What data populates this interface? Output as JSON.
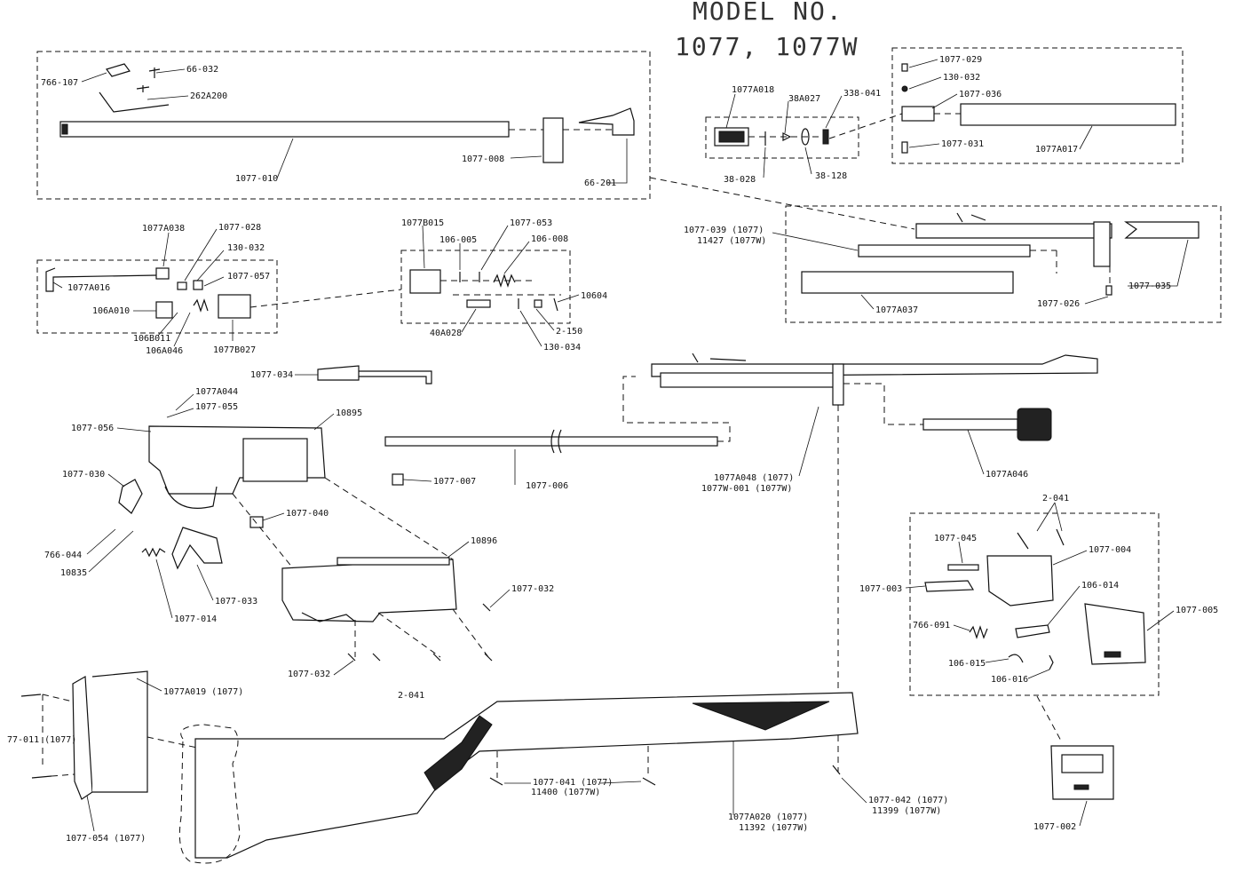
{
  "title": {
    "line1": "MODEL NO.",
    "line2": "1077, 1077W"
  },
  "labels": {
    "p766_107": "766-107",
    "p66_032": "66-032",
    "p262A200": "262A200",
    "p1077_008": "1077-008",
    "p66_201": "66-201",
    "p1077_010": "1077-010",
    "p1077A018": "1077A018",
    "p38A027": "38A027",
    "p338_041": "338-041",
    "p38_028": "38-028",
    "p38_128": "38-128",
    "p1077_029": "1077-029",
    "p130_032_top": "130-032",
    "p1077_036": "1077-036",
    "p1077_031": "1077-031",
    "p1077A017": "1077A017",
    "p1077A038": "1077A038",
    "p1077_028": "1077-028",
    "p130_032_mid": "130-032",
    "p1077_057": "1077-057",
    "p1077A016": "1077A016",
    "p106A010": "106A010",
    "p106B011": "106B011",
    "p106A046": "106A046",
    "p1077B027": "1077B027",
    "p1077B015": "1077B015",
    "p106_005": "106-005",
    "p1077_053": "1077-053",
    "p106_008": "106-008",
    "p10604": "10604",
    "p2_150": "2-150",
    "p40A028": "40A028",
    "p130_034": "130-034",
    "p1077_039": "1077-039 (1077)",
    "p11427": "11427 (1077W)",
    "p1077_035": "1077-035",
    "p1077_026": "1077-026",
    "p1077A037": "1077A037",
    "p1077_034": "1077-034",
    "p1077A044": "1077A044",
    "p1077_055": "1077-055",
    "p1077_056": "1077-056",
    "p10895": "10895",
    "p1077_007": "1077-007",
    "p1077_006": "1077-006",
    "p1077A048": "1077A048 (1077)",
    "p1077W_001": "1077W-001 (1077W)",
    "p1077A046": "1077A046",
    "p1077_030": "1077-030",
    "p1077_040": "1077-040",
    "p766_044": "766-044",
    "p10835": "10835",
    "p1077_033": "1077-033",
    "p1077_014": "1077-014",
    "p10896": "10896",
    "p1077_032_r": "1077-032",
    "p1077_032_b": "1077-032",
    "p2_041_b": "2-041",
    "p2_041_r": "2-041",
    "p1077_045": "1077-045",
    "p1077_004": "1077-004",
    "p1077_003": "1077-003",
    "p106_014": "106-014",
    "p1077_005": "1077-005",
    "p766_091": "766-091",
    "p106_015": "106-015",
    "p106_016": "106-016",
    "p1077_002": "1077-002",
    "p1077A019": "1077A019 (1077)",
    "p77_011": "77-011 (1077)",
    "p1077_054": "1077-054 (1077)",
    "p1077_041": "1077-041 (1077)",
    "p11400": "11400 (1077W)",
    "p1077A020": "1077A020 (1077)",
    "p11392": "11392 (1077W)",
    "p1077_042": "1077-042 (1077)",
    "p11399": "11399 (1077W)"
  }
}
